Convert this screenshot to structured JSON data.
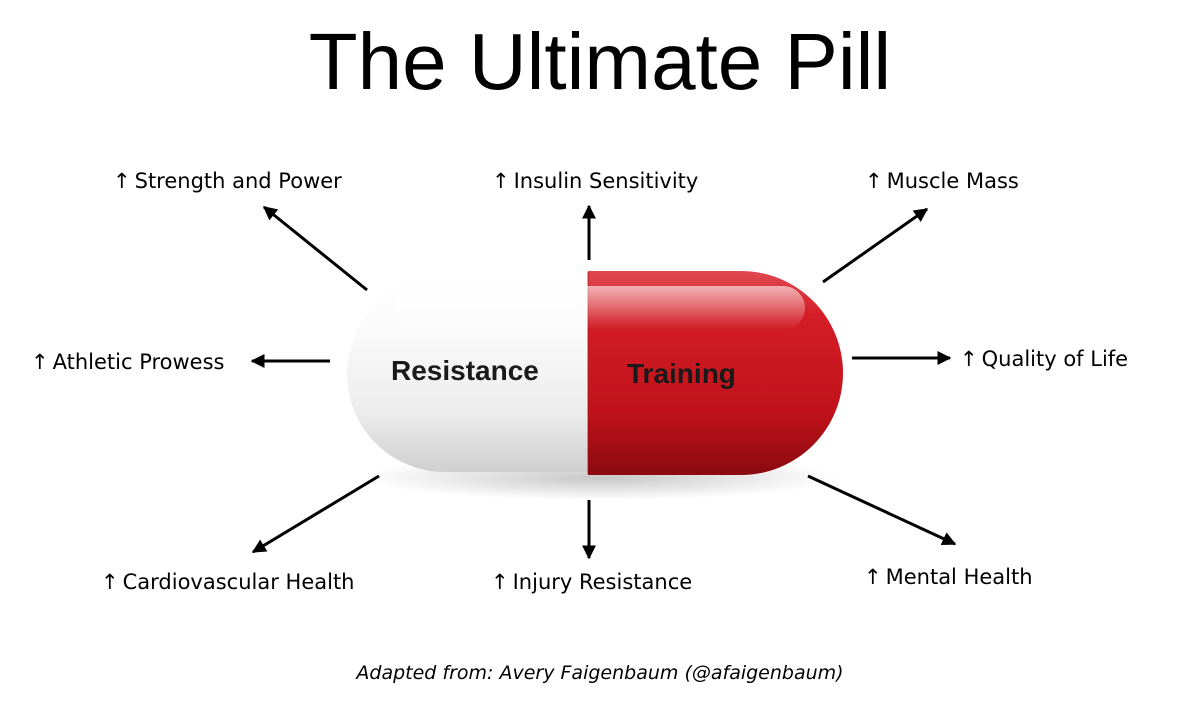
{
  "title": "The Ultimate Pill",
  "pill": {
    "left_label": "Resistance",
    "right_label": "Training",
    "left_color": "#f4f4f4",
    "right_color": "#c8141c"
  },
  "benefits": {
    "arrow_symbol": "↑",
    "strength_power": "Strength and Power",
    "insulin_sensitivity": "Insulin Sensitivity",
    "muscle_mass": "Muscle Mass",
    "athletic_prowess": "Athletic Prowess",
    "quality_of_life": "Quality of Life",
    "cardiovascular_health": "Cardiovascular Health",
    "injury_resistance": "Injury Resistance",
    "mental_health": "Mental Health"
  },
  "caption": "Adapted from: Avery Faigenbaum (@afaigenbaum)"
}
